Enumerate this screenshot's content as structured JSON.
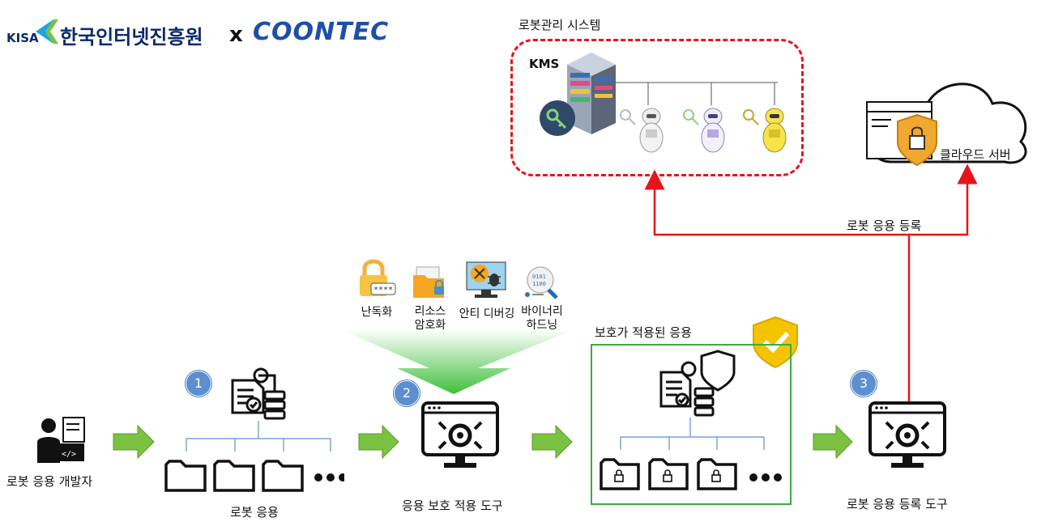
{
  "header": {
    "kisa_text": "KISA",
    "kisa_korean": "한국인터넷진흥원",
    "separator": "x",
    "partner": "COONTEC"
  },
  "kms": {
    "system_label": "로봇관리 시스템",
    "title": "KMS"
  },
  "cloud": {
    "label": "클라우드 서버"
  },
  "register_flow": {
    "label": "로봇 응용 등록"
  },
  "techniques": [
    {
      "label": "난독화"
    },
    {
      "label_line1": "리소스",
      "label_line2": "암호화"
    },
    {
      "label": "안티 디버깅"
    },
    {
      "label_line1": "바이너리",
      "label_line2": "하드닝"
    }
  ],
  "steps": {
    "developer_label": "로봇 응용 개발자",
    "step1_badge": "1",
    "app_label": "로봇 응용",
    "step2_badge": "2",
    "tool_label": "응용 보호 적용 도구",
    "protected_label": "보호가 적용된 응용",
    "step3_badge": "3",
    "register_tool_label": "로봇 응용 등록 도구"
  },
  "colors": {
    "red_line": "#e8141b",
    "green_box": "#3aaa4a",
    "arrow_green": "#7cc242",
    "badge_blue": "#5b8fd0",
    "brand_navy": "#0a2a6b",
    "coontec_blue": "#1d4fa8"
  }
}
